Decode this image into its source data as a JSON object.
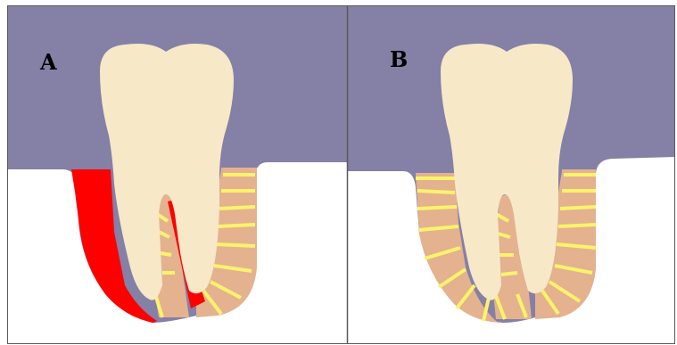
{
  "panels": [
    {
      "id": "A",
      "label": "A"
    },
    {
      "id": "B",
      "label": "B"
    }
  ],
  "colors": {
    "background_upper": "#8480a6",
    "background_lower": "#ffffff",
    "tooth": "#f7e8c8",
    "ligament_tissue": "#e4b28f",
    "ligament_fibers": "#fbf36c",
    "inflamed_tissue": "#ff0000",
    "border": "#5a5a5a"
  }
}
